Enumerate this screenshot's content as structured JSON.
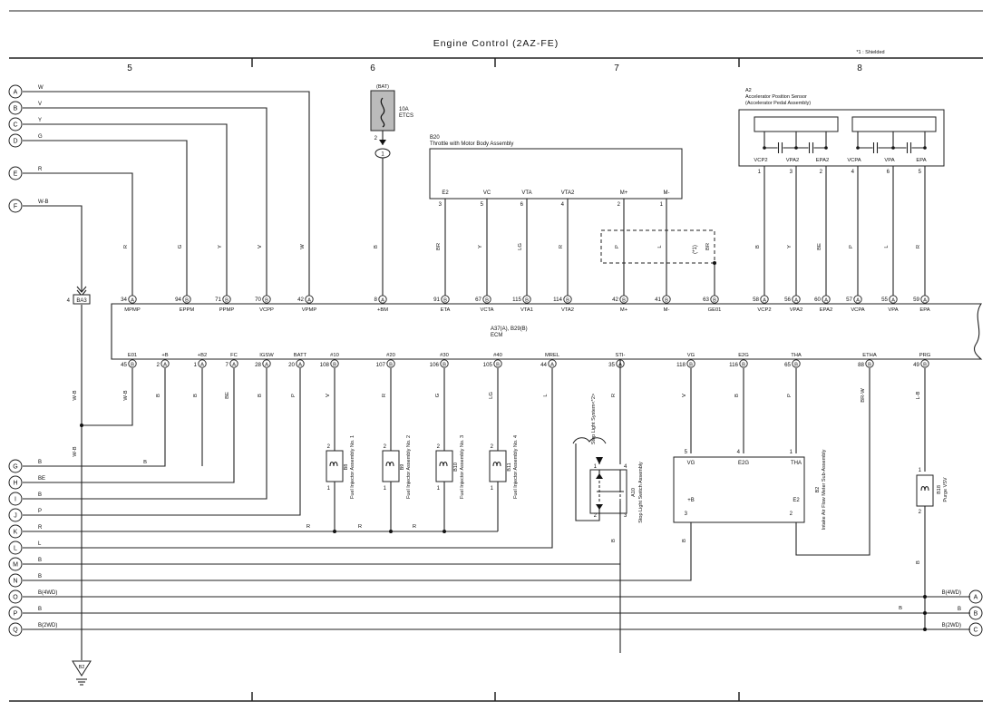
{
  "title": "Engine Control (2AZ-FE)",
  "note": "*1 : Shielded",
  "sections": [
    "5",
    "6",
    "7",
    "8"
  ],
  "left_connectors": [
    {
      "letter": "A",
      "color": "W"
    },
    {
      "letter": "B",
      "color": "V"
    },
    {
      "letter": "C",
      "color": "Y"
    },
    {
      "letter": "D",
      "color": "G"
    },
    {
      "letter": "E",
      "color": "R"
    },
    {
      "letter": "F",
      "color": "W-B"
    }
  ],
  "ground_block": "BA3",
  "ground_block_pin": "4",
  "fuse": {
    "label": "(BAT)",
    "name": "10A",
    "sub": "ETCS",
    "pin": "2",
    "conn": "1"
  },
  "throttle": {
    "id": "B20",
    "name": "Throttle with Motor Body Assembly",
    "pins": [
      {
        "n": "3",
        "sig": "E2"
      },
      {
        "n": "5",
        "sig": "VC"
      },
      {
        "n": "6",
        "sig": "VTA"
      },
      {
        "n": "4",
        "sig": "VTA2"
      },
      {
        "n": "2",
        "sig": "M+"
      },
      {
        "n": "1",
        "sig": "M-"
      }
    ]
  },
  "accel": {
    "id": "A2",
    "name": "Accelerator Position Sensor",
    "sub": "(Accelerator Pedal Assembly)",
    "pins": [
      {
        "n": "1",
        "sig": "VCP2"
      },
      {
        "n": "3",
        "sig": "VPA2"
      },
      {
        "n": "2",
        "sig": "EPA2"
      },
      {
        "n": "4",
        "sig": "VCPA"
      },
      {
        "n": "6",
        "sig": "VPA"
      },
      {
        "n": "5",
        "sig": "EPA"
      }
    ]
  },
  "shield_mark": "(*1)",
  "ecm": {
    "id": "A37(A), B29(B)",
    "name": "ECM"
  },
  "ecm_top_pins": [
    {
      "num": "34",
      "c": "A",
      "sig": "MPMP",
      "wire": "R"
    },
    {
      "num": "94",
      "c": "B",
      "sig": "EPPM",
      "wire": "G"
    },
    {
      "num": "71",
      "c": "B",
      "sig": "PPMP",
      "wire": "Y"
    },
    {
      "num": "70",
      "c": "B",
      "sig": "VCPP",
      "wire": "V"
    },
    {
      "num": "42",
      "c": "A",
      "sig": "VPMP",
      "wire": "W"
    },
    {
      "num": "8",
      "c": "A",
      "sig": "+BM",
      "wire": "B"
    },
    {
      "num": "91",
      "c": "B",
      "sig": "ETA",
      "wire": "BR"
    },
    {
      "num": "67",
      "c": "B",
      "sig": "VCTA",
      "wire": "Y"
    },
    {
      "num": "115",
      "c": "B",
      "sig": "VTA1",
      "wire": "LG"
    },
    {
      "num": "114",
      "c": "B",
      "sig": "VTA2",
      "wire": "R"
    },
    {
      "num": "42",
      "c": "B",
      "sig": "M+",
      "wire": "P"
    },
    {
      "num": "41",
      "c": "B",
      "sig": "M-",
      "wire": "L"
    },
    {
      "num": "63",
      "c": "B",
      "sig": "GE01",
      "wire": "BR"
    },
    {
      "num": "58",
      "c": "A",
      "sig": "VCP2",
      "wire": "B"
    },
    {
      "num": "56",
      "c": "A",
      "sig": "VPA2",
      "wire": "Y"
    },
    {
      "num": "60",
      "c": "A",
      "sig": "EPA2",
      "wire": "BE"
    },
    {
      "num": "57",
      "c": "A",
      "sig": "VCPA",
      "wire": "P"
    },
    {
      "num": "55",
      "c": "A",
      "sig": "VPA",
      "wire": "L"
    },
    {
      "num": "59",
      "c": "A",
      "sig": "EPA",
      "wire": "R"
    }
  ],
  "ecm_bottom_pins": [
    {
      "num": "45",
      "c": "B",
      "sig": "E01",
      "wire": "W-B"
    },
    {
      "num": "2",
      "c": "A",
      "sig": "+B",
      "wire": "B"
    },
    {
      "num": "1",
      "c": "A",
      "sig": "+B2",
      "wire": "B"
    },
    {
      "num": "7",
      "c": "A",
      "sig": "FC",
      "wire": "BE"
    },
    {
      "num": "28",
      "c": "A",
      "sig": "IGSW",
      "wire": "B"
    },
    {
      "num": "20",
      "c": "A",
      "sig": "BATT",
      "wire": "P"
    },
    {
      "num": "108",
      "c": "B",
      "sig": "#10",
      "wire": "V"
    },
    {
      "num": "107",
      "c": "B",
      "sig": "#20",
      "wire": "R"
    },
    {
      "num": "106",
      "c": "B",
      "sig": "#30",
      "wire": "G"
    },
    {
      "num": "105",
      "c": "B",
      "sig": "#40",
      "wire": "LG"
    },
    {
      "num": "44",
      "c": "A",
      "sig": "MREL",
      "wire": "L"
    },
    {
      "num": "35",
      "c": "A",
      "sig": "STI-",
      "wire": "R"
    },
    {
      "num": "118",
      "c": "B",
      "sig": "VG",
      "wire": "V"
    },
    {
      "num": "116",
      "c": "B",
      "sig": "E2G",
      "wire": "B"
    },
    {
      "num": "65",
      "c": "B",
      "sig": "THA",
      "wire": "P"
    },
    {
      "num": "88",
      "c": "B",
      "sig": "ETHA",
      "wire": "BR-W"
    },
    {
      "num": "49",
      "c": "B",
      "sig": "PRG",
      "wire": "L-B"
    }
  ],
  "injectors": [
    {
      "id": "B8",
      "name": "Fuel Injector Assembly No. 1"
    },
    {
      "id": "B9",
      "name": "Fuel Injector Assembly No. 2"
    },
    {
      "id": "B10",
      "name": "Fuel Injector Assembly No. 3"
    },
    {
      "id": "B11",
      "name": "Fuel Injector Assembly No. 4"
    }
  ],
  "stop_switch": {
    "id": "A10",
    "name": "Stop Light Switch Assembly",
    "to": "Stop Light System<*2>"
  },
  "maf": {
    "id": "B2",
    "name": "Intake Air Flow Meter Sub-Assembly",
    "pins": [
      {
        "n": "5",
        "sig": "VG"
      },
      {
        "n": "4",
        "sig": "E2G"
      },
      {
        "n": "1",
        "sig": "THA"
      },
      {
        "n": "3",
        "sig": "+B"
      },
      {
        "n": "2",
        "sig": "E2"
      }
    ]
  },
  "vsv": {
    "id": "B18",
    "name": "Purge VSV"
  },
  "bottom_connectors": [
    {
      "letter": "G",
      "color": "B"
    },
    {
      "letter": "H",
      "color": "BE"
    },
    {
      "letter": "I",
      "color": "B"
    },
    {
      "letter": "J",
      "color": "P"
    },
    {
      "letter": "K",
      "color": "R"
    },
    {
      "letter": "L",
      "color": "L"
    },
    {
      "letter": "M",
      "color": "B"
    },
    {
      "letter": "N",
      "color": "B"
    },
    {
      "letter": "O",
      "color": "B(4WD)"
    },
    {
      "letter": "P",
      "color": "B"
    },
    {
      "letter": "Q",
      "color": "B(2WD)"
    }
  ],
  "right_connectors": [
    {
      "letter": "A",
      "color": "B(4WD)"
    },
    {
      "letter": "B",
      "color": "B"
    },
    {
      "letter": "C",
      "color": "B(2WD)"
    }
  ],
  "ground": "B2",
  "wire_labels": {
    "r": "R",
    "wb": "W-B",
    "b": "B",
    "v": "V",
    "lb": "L-B"
  }
}
